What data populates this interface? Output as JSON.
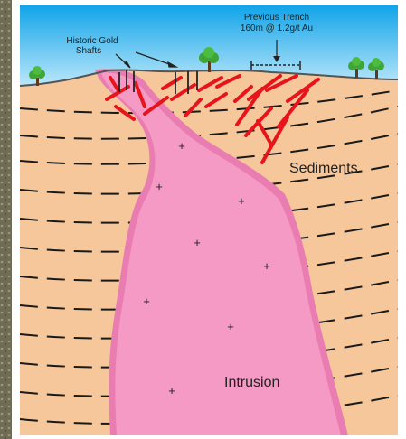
{
  "labels": {
    "historic_shafts_line1": "Historic Gold",
    "historic_shafts_line2": "Shafts",
    "trench_line1": "Previous Trench",
    "trench_line2": "160m @ 1.2g/t Au",
    "sediments": "Sediments",
    "intrusion": "Intrusion"
  },
  "colors": {
    "sky": "#29b6f6",
    "sediment": "#f6c79b",
    "intrusion": "#f49ac4",
    "intrusion_rim": "#e97db2",
    "veins": "#e8141c",
    "bedding": "#1a1a1a",
    "tree": "#3fa535",
    "left_strip": "#7d7a62"
  },
  "symbols": {
    "intrusion_marker": "+"
  }
}
